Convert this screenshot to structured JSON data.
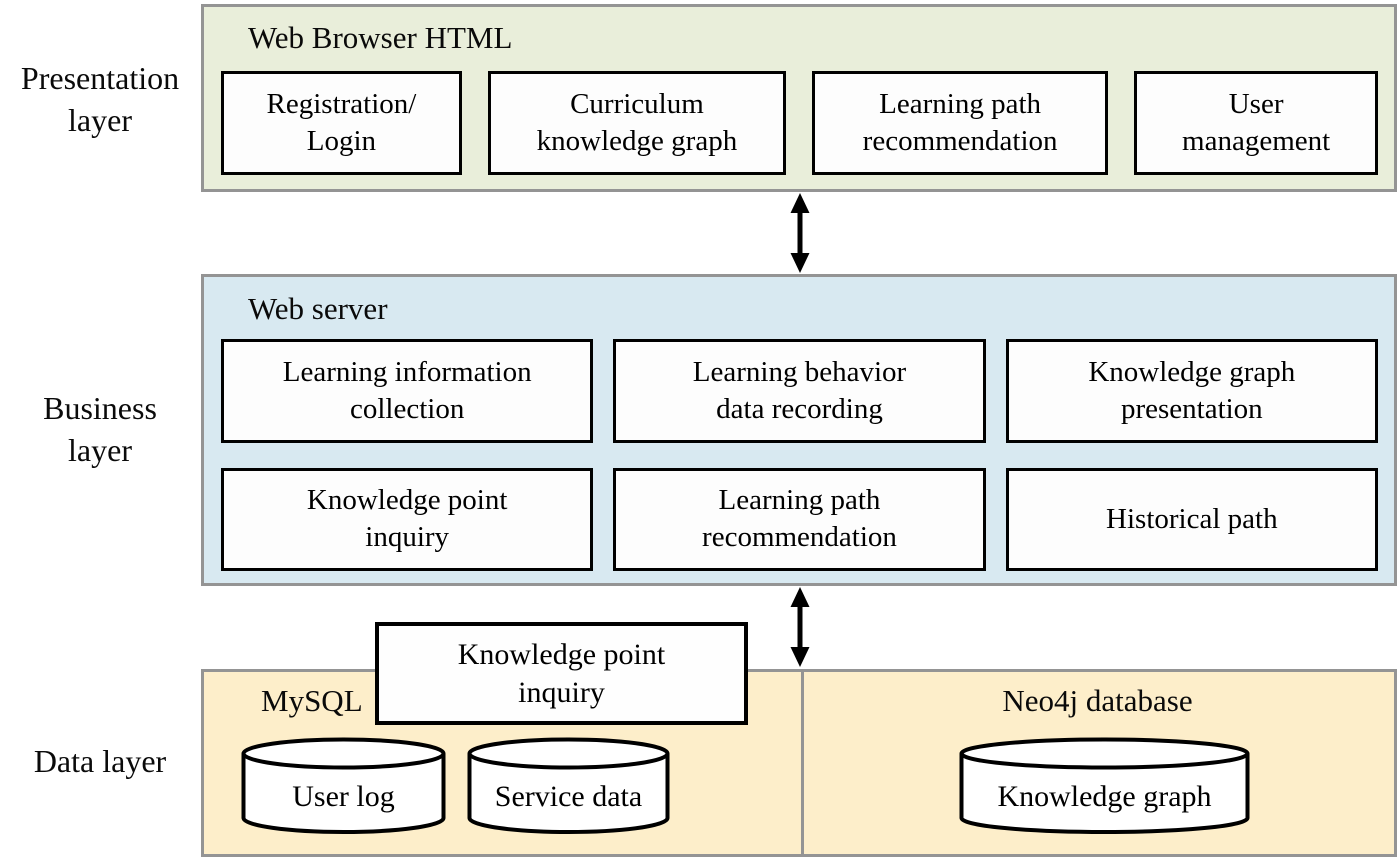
{
  "side_labels": {
    "presentation": "Presentation\nlayer",
    "business": "Business\nlayer",
    "data": "Data layer"
  },
  "presentation": {
    "title": "Web Browser HTML",
    "boxes": [
      "Registration/\nLogin",
      "Curriculum\nknowledge graph",
      "Learning path\nrecommendation",
      "User\nmanagement"
    ]
  },
  "business": {
    "title": "Web server",
    "boxes": [
      "Learning information\ncollection",
      "Learning behavior\ndata recording",
      "Knowledge graph\npresentation",
      "Knowledge point\ninquiry",
      "Learning path\nrecommendation",
      "Historical path"
    ]
  },
  "data_layer": {
    "mysql_title": "MySQL",
    "neo4j_title": "Neo4j database",
    "mysql_cylinders": [
      "User log",
      "Service data"
    ],
    "neo4j_cylinders": [
      "Knowledge graph"
    ],
    "overlay_box": "Knowledge point\ninquiry"
  },
  "colors": {
    "presentation_fill": "#e9eeda",
    "business_fill": "#d8e9f1",
    "data_fill": "#fdeeca",
    "panel_border": "#949494",
    "box_border": "#000000",
    "box_fill": "#fdfdfd",
    "arrow": "#000000"
  }
}
